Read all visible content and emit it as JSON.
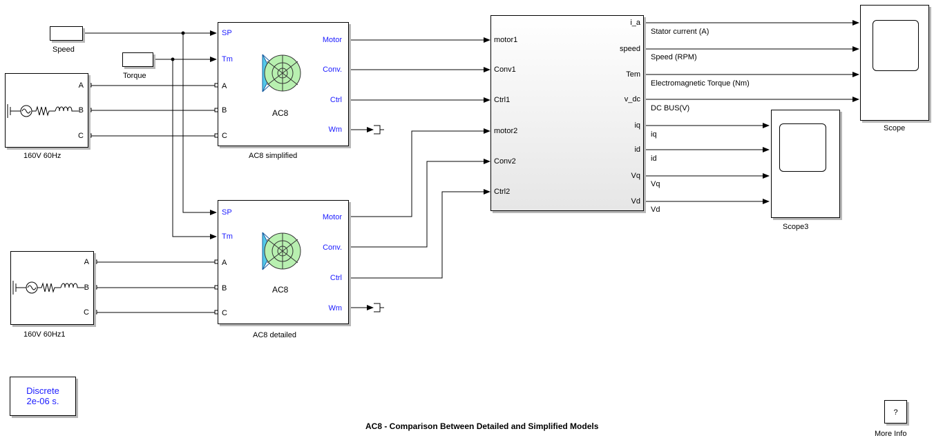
{
  "title": "AC8 - Comparison Between Detailed and Simplified Models",
  "blocks": {
    "speed": "Speed",
    "torque": "Torque",
    "src1": "160V 60Hz",
    "src2": "160V 60Hz1",
    "ac8s_name": "AC8 simplified",
    "ac8d_name": "AC8 detailed",
    "ac8_label": "AC8",
    "scope": "Scope",
    "scope3": "Scope3",
    "discrete_line1": "Discrete",
    "discrete_line2": "2e-06 s.",
    "more_info": "More Info",
    "help_glyph": "?"
  },
  "source_ports": [
    "A",
    "B",
    "C"
  ],
  "ac8_inputs": [
    "SP",
    "Tm",
    "A",
    "B",
    "C"
  ],
  "ac8_outputs": [
    "Motor",
    "Conv.",
    "Ctrl",
    "Wm"
  ],
  "mux": {
    "inputs": [
      "motor1",
      "Conv1",
      "Ctrl1",
      "motor2",
      "Conv2",
      "Ctrl2"
    ],
    "outputs": [
      "i_a",
      "speed",
      "Tem",
      "v_dc",
      "iq",
      "id",
      "Vq",
      "Vd"
    ]
  },
  "signals": [
    "Stator current (A)",
    "Speed (RPM)",
    "Electromagnetic Torque (Nm)",
    "DC BUS(V)",
    "iq",
    "id",
    "Vq",
    "Vd"
  ]
}
